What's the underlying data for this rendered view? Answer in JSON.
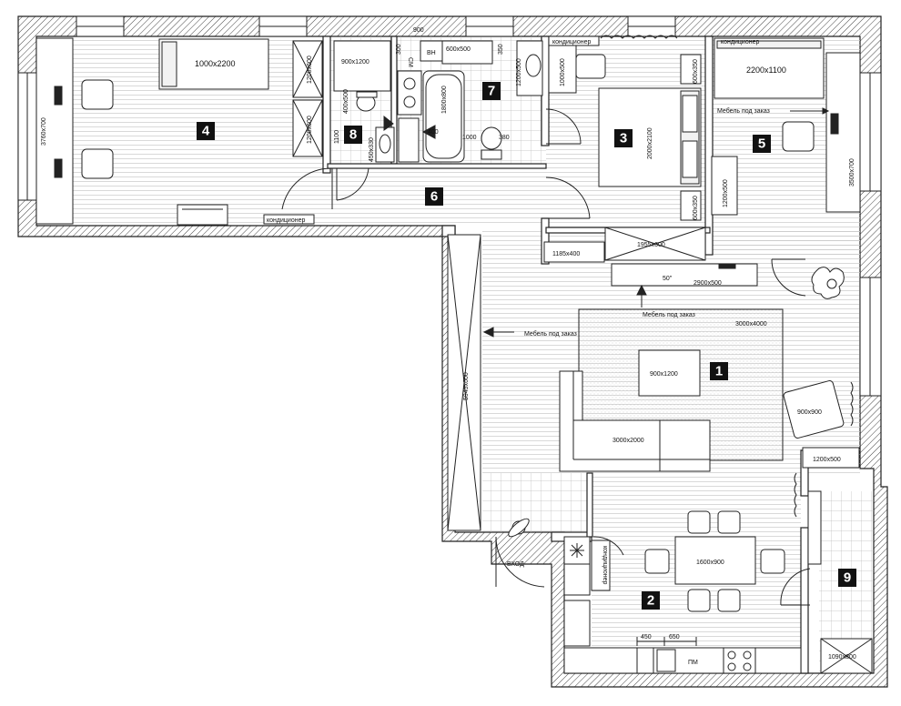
{
  "rooms": [
    {
      "id": "1",
      "label": "1"
    },
    {
      "id": "2",
      "label": "2"
    },
    {
      "id": "3",
      "label": "3"
    },
    {
      "id": "4",
      "label": "4"
    },
    {
      "id": "5",
      "label": "5"
    },
    {
      "id": "6",
      "label": "6"
    },
    {
      "id": "7",
      "label": "7"
    },
    {
      "id": "8",
      "label": "8"
    },
    {
      "id": "9",
      "label": "9"
    }
  ],
  "furniture": {
    "bed_room4": "1000x2200",
    "wardrobe_room4_a": "1200x600",
    "wardrobe_room4_b": "1200x600",
    "desk_room4": "3760x700",
    "bath_sink_8": "900x1200",
    "shelf_8": "400x500",
    "hood_8": "450x330",
    "dim_8": "1100",
    "dim_900": "900",
    "vn": "BH",
    "sm": "CM",
    "dim_300": "300",
    "cabinet_7": "600x500",
    "dim_350": "350",
    "bath_7": "1800x800",
    "sink_7": "1200x500",
    "dim_400": "400",
    "dim_1000": "1000",
    "dim_380": "380",
    "wardrobe_room3": "1000x500",
    "bed_room3": "2000x2100",
    "night_a": "600x350",
    "night_b": "600x350",
    "wardrobe_room3_b": "1200x500",
    "bed_room5": "2200x1100",
    "desk_room5": "3500x700",
    "closet_1185": "1185x400",
    "closet_1955": "1955x600",
    "tv": "50\"",
    "tv_stand": "2900x500",
    "rug": "3000x4000",
    "table_1": "900x1200",
    "sofa": "3000x2000",
    "armchair": "900x900",
    "cabinet_1200": "1200x500",
    "wardrobe_hall": "5945x600",
    "dining_table": "1600x900",
    "dim_450": "450",
    "dim_650": "650",
    "pm": "ПМ",
    "balcony_9": "1090x800"
  },
  "annotations": {
    "ac": "кондиционер",
    "custom_furniture": "Мебель под заказ",
    "entrance": "ВХОД"
  }
}
